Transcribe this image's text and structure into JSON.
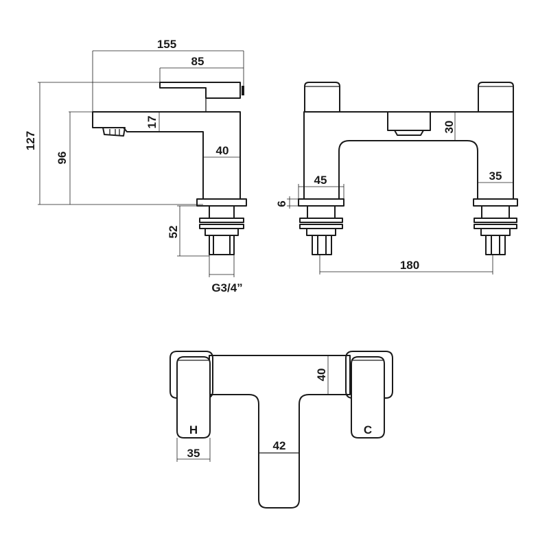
{
  "side_view": {
    "overall_length": "155",
    "lever_length": "85",
    "overall_height": "127",
    "spout_height": "96",
    "spout_thickness": "17",
    "body_width": "40",
    "tail_length": "52",
    "thread_size": "G3/4”"
  },
  "front_view": {
    "handle_height": "30",
    "tail_width": "45",
    "washer_thickness": "6",
    "pillar_width": "35",
    "centres": "180"
  },
  "top_view": {
    "hot_label": "H",
    "cold_label": "C",
    "handle_width": "35",
    "spout_width": "42",
    "body_depth": "40"
  }
}
